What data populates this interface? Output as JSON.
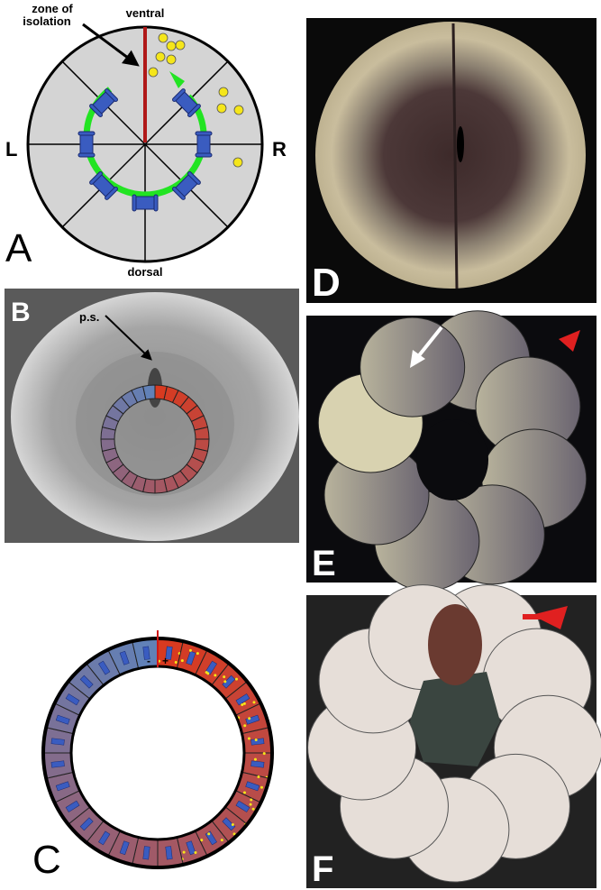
{
  "panel_a": {
    "letter": "A",
    "zone_label_line1": "zone of",
    "zone_label_line2": "isolation",
    "top_label": "ventral",
    "bottom_label": "dorsal",
    "left_label": "L",
    "right_label": "R"
  },
  "panel_b": {
    "letter": "B",
    "ps_label": "p.s."
  },
  "panel_c": {
    "letter": "C",
    "minus": "-",
    "plus": "+"
  },
  "panel_d": {
    "letter": "D"
  },
  "panel_e": {
    "letter": "E"
  },
  "panel_f": {
    "letter": "F"
  },
  "colors": {
    "blue": "#5b7fb8",
    "red": "#d93a22",
    "green": "#22e422",
    "channel": "#3a5cc0",
    "yellow": "#f5e61a",
    "zone_line": "#b01818"
  }
}
